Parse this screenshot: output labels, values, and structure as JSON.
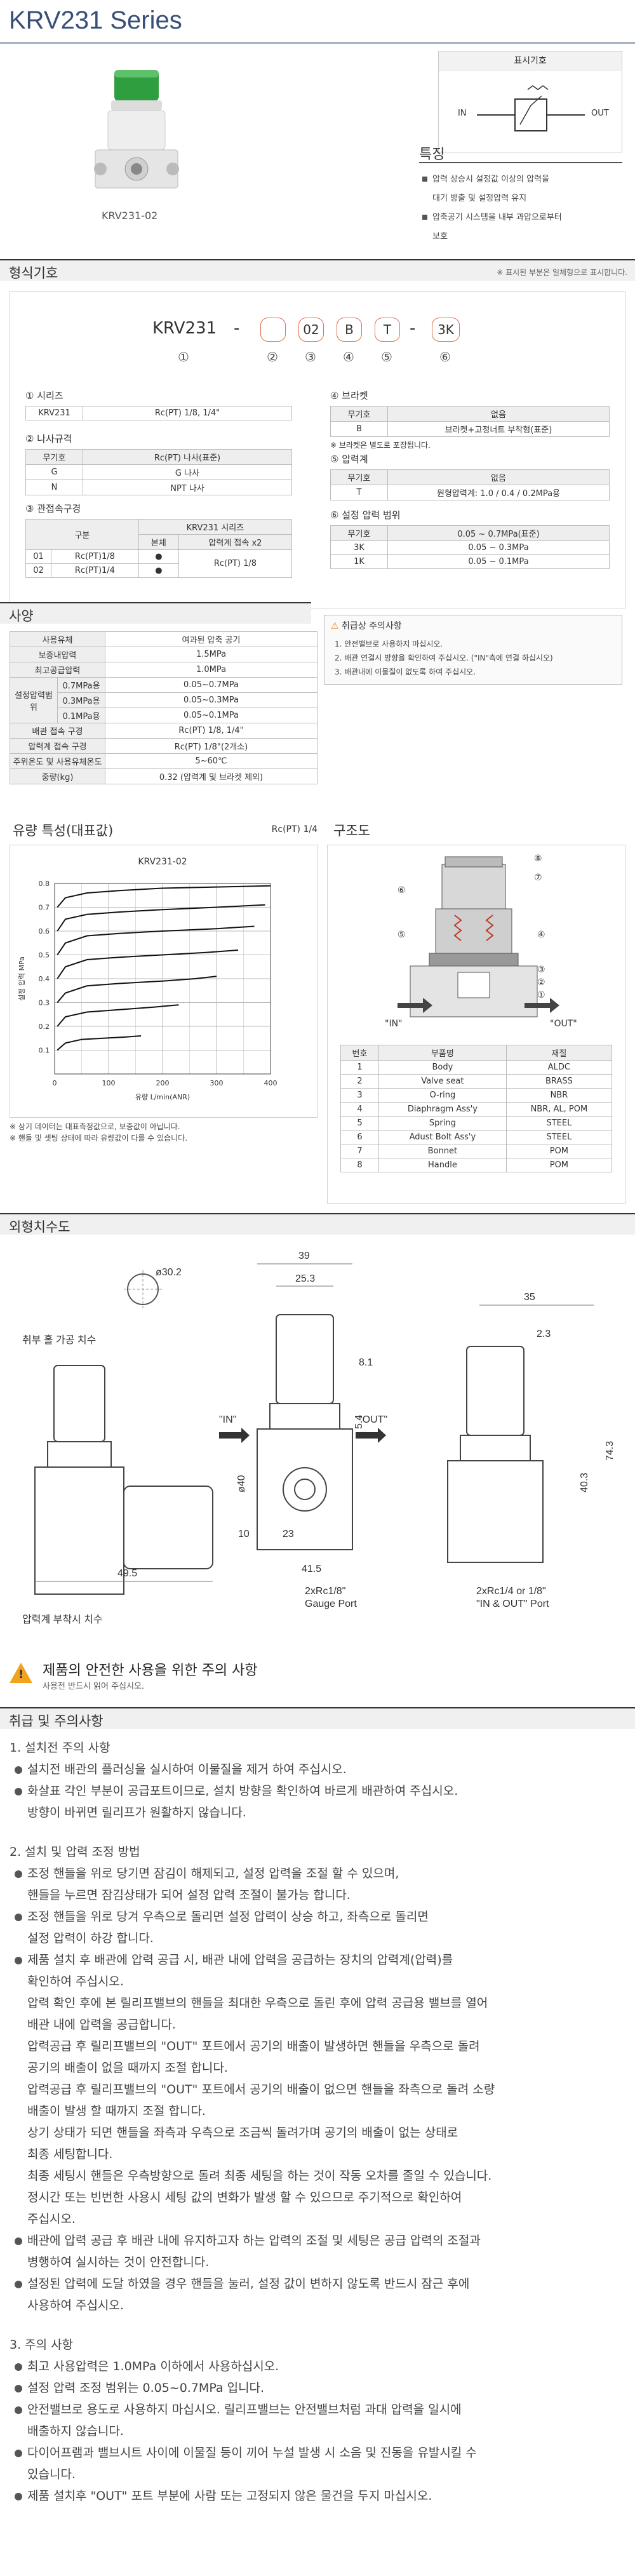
{
  "header": {
    "title": "KRV231 Series"
  },
  "product": {
    "caption": "KRV231-02"
  },
  "symbol": {
    "label": "표시기호",
    "in": "IN",
    "out": "OUT"
  },
  "features": {
    "title": "특징",
    "items": [
      "압력 상승시 설정값 이상의 압력을",
      "대기 방출 및 설정압력 유지",
      "압축공기 시스템을 내부 과압으로부터",
      "보호"
    ]
  },
  "model_code": {
    "section_title": "형식기호",
    "note": "※ 표시된 부분은 일체형으로 표시합니다.",
    "series": "KRV231",
    "dash": "-",
    "cells": [
      "",
      "02",
      "B",
      "T",
      "",
      "3K"
    ],
    "numbers": [
      "①",
      "②",
      "③",
      "④",
      "⑤",
      "⑥"
    ],
    "series_block": {
      "title": "① 시리즈",
      "code": "KRV231",
      "desc": "Rc(PT) 1/8, 1/4\""
    },
    "thread_block": {
      "title": "② 나사규격",
      "head": [
        "무기호",
        "Rc(PT) 나사(표준)"
      ],
      "rows": [
        [
          "G",
          "G 나사"
        ],
        [
          "N",
          "NPT 나사"
        ]
      ]
    },
    "port_block": {
      "title": "③ 관접속구경",
      "head": [
        "구분",
        "KRV231 시리즈"
      ],
      "sub": [
        "본체",
        "압력계 접속 x2"
      ],
      "rows": [
        [
          "01",
          "Rc(PT)1/8",
          "●",
          "Rc(PT) 1/8"
        ],
        [
          "02",
          "Rc(PT)1/4",
          "●",
          ""
        ]
      ]
    },
    "bracket_block": {
      "title": "④ 브라켓",
      "head": [
        "무기호",
        "없음"
      ],
      "rows": [
        [
          "B",
          "브라켓+고정너트 부착형(표준)"
        ]
      ],
      "note": "※ 브라켓은 별도로 포장됩니다."
    },
    "gauge_block": {
      "title": "⑤ 압력계",
      "head": [
        "무기호",
        "없음"
      ],
      "rows": [
        [
          "T",
          "원형압력계: 1.0 / 0.4 / 0.2MPa용"
        ]
      ]
    },
    "range_block": {
      "title": "⑥ 설정 압력 범위",
      "head": [
        "무기호",
        "0.05 ~ 0.7MPa(표준)"
      ],
      "rows": [
        [
          "3K",
          "0.05 ~ 0.3MPa"
        ],
        [
          "1K",
          "0.05 ~ 0.1MPa"
        ]
      ]
    }
  },
  "spec": {
    "section_title": "사양",
    "rows": [
      [
        "사용유체",
        "여과된 압축 공기"
      ],
      [
        "보증내압력",
        "1.5MPa"
      ],
      [
        "최고공급압력",
        "1.0MPa"
      ]
    ],
    "range_label": "설정압력범위",
    "range_rows": [
      [
        "0.7MPa용",
        "0.05~0.7MPa"
      ],
      [
        "0.3MPa용",
        "0.05~0.3MPa"
      ],
      [
        "0.1MPa용",
        "0.05~0.1MPa"
      ]
    ],
    "rows2": [
      [
        "배관 접속 구경",
        "Rc(PT) 1/8, 1/4\""
      ],
      [
        "압력계 접속 구경",
        "Rc(PT) 1/8\"(2개소)"
      ],
      [
        "주위온도 및 사용유체온도",
        "5~60℃"
      ],
      [
        "중량(kg)",
        "0.32 (압력계 및 브라켓 제외)"
      ]
    ]
  },
  "caution_box": {
    "title": "취급상 주의사항",
    "items": [
      "1. 안전밸브로 사용하지 마십시오.",
      "2. 배관 연결시 방향을 확인하여 주십시오. (\"IN\"측에 연결 하십시오)",
      "3. 배관내에 이물질이 없도록 하여 주십시오."
    ]
  },
  "flow": {
    "section_title": "유량 특성(대표값)",
    "port": "Rc(PT) 1/4",
    "chart_title": "KRV231-02",
    "notes": [
      "※ 상기 데이터는 대표측정값으로, 보증값이 아닙니다.",
      "※ 핸들 및 셋팅 상태에 따라 유량값이 다를 수 있습니다."
    ]
  },
  "chart_data": {
    "type": "line",
    "title": "KRV231-02",
    "xlabel": "유량 L/min(ANR)",
    "ylabel": "설정 압력 MPa",
    "xlim": [
      0,
      400
    ],
    "ylim": [
      0,
      0.8
    ],
    "xticks": [
      0,
      100,
      200,
      300,
      400
    ],
    "yticks": [
      0.1,
      0.2,
      0.3,
      0.4,
      0.5,
      0.6,
      0.7,
      0.8
    ],
    "grid": true,
    "series": [
      {
        "x": [
          5,
          20,
          60,
          120,
          200,
          300,
          400
        ],
        "y": [
          0.7,
          0.74,
          0.76,
          0.77,
          0.78,
          0.785,
          0.79
        ]
      },
      {
        "x": [
          5,
          20,
          60,
          120,
          200,
          300,
          390
        ],
        "y": [
          0.6,
          0.65,
          0.67,
          0.68,
          0.69,
          0.7,
          0.71
        ]
      },
      {
        "x": [
          5,
          20,
          60,
          120,
          200,
          300,
          370
        ],
        "y": [
          0.5,
          0.55,
          0.58,
          0.59,
          0.6,
          0.61,
          0.62
        ]
      },
      {
        "x": [
          5,
          20,
          60,
          120,
          200,
          280,
          340
        ],
        "y": [
          0.4,
          0.45,
          0.48,
          0.49,
          0.5,
          0.51,
          0.52
        ]
      },
      {
        "x": [
          5,
          20,
          60,
          120,
          200,
          260,
          300
        ],
        "y": [
          0.3,
          0.34,
          0.37,
          0.38,
          0.39,
          0.4,
          0.41
        ]
      },
      {
        "x": [
          5,
          20,
          60,
          120,
          180,
          230
        ],
        "y": [
          0.2,
          0.24,
          0.26,
          0.27,
          0.28,
          0.29
        ]
      },
      {
        "x": [
          5,
          20,
          50,
          90,
          130,
          160
        ],
        "y": [
          0.1,
          0.13,
          0.145,
          0.15,
          0.155,
          0.16
        ]
      }
    ]
  },
  "structure": {
    "section_title": "구조도",
    "in": "\"IN\"",
    "out": "\"OUT\"",
    "head": [
      "번호",
      "부품명",
      "재질"
    ],
    "rows": [
      [
        "1",
        "Body",
        "ALDC"
      ],
      [
        "2",
        "Valve seat",
        "BRASS"
      ],
      [
        "3",
        "O-ring",
        "NBR"
      ],
      [
        "4",
        "Diaphragm Ass'y",
        "NBR, AL, POM"
      ],
      [
        "5",
        "Spring",
        "STEEL"
      ],
      [
        "6",
        "Adust Bolt Ass'y",
        "STEEL"
      ],
      [
        "7",
        "Bonnet",
        "POM"
      ],
      [
        "8",
        "Handle",
        "POM"
      ]
    ],
    "callouts": [
      "①",
      "②",
      "③",
      "④",
      "⑤",
      "⑥",
      "⑦",
      "⑧"
    ]
  },
  "dims": {
    "section_title": "외형치수도",
    "panel_cut": "취부 홀 가공 치수",
    "gauge_note": "압력계 부착시 치수",
    "d1": "ø30.2",
    "d2": "39",
    "d3": "25.3",
    "d4": "8.1",
    "d5": "5.4",
    "d6": "ø40",
    "d7": "10",
    "d8": "23",
    "d9": "41.5",
    "d10": "49.5",
    "d11": "35",
    "d12": "2.3",
    "d13": "40.3",
    "d14": "74.3",
    "in": "\"IN\"",
    "out": "\"OUT\"",
    "gauge_port": "2xRc1/8\"\nGauge Port",
    "in_out_port": "2xRc1/4 or 1/8\"\n\"IN & OUT\" Port"
  },
  "safety": {
    "title": "제품의 안전한 사용을 위한 주의 사항",
    "subtitle": "사용전 반드시 읽어 주십시오."
  },
  "handling": {
    "section_title": "취급 및 주의사항",
    "s1_title": "1. 설치전 주의 사항",
    "s1": [
      "설치전 배관의 플러싱을 실시하여 이물질을 제거 하여 주십시오.",
      "화살표 각인 부분이 공급포트이므로, 설치 방향을 확인하여 바르게 배관하여 주십시오.|방향이 바뀌면 릴리프가 원활하지 않습니다."
    ],
    "s2_title": "2. 설치 및 압력 조정 방법",
    "s2": [
      "조정 핸들을 위로 당기면 잠김이 해제되고, 설정 압력을 조절 할 수 있으며,|핸들을 누르면 잠김상태가 되어 설정 압력 조절이 불가능 합니다.",
      "조정 핸들을 위로 당겨 우측으로 돌리면 설정 압력이 상승 하고, 좌측으로 돌리면|설정 압력이 하강 합니다.",
      "제품 설치 후 배관에 압력 공급 시, 배관 내에 압력을 공급하는 장치의 압력계(압력)를|확인하여 주십시오.|압력 확인 후에 본 릴리프밸브의 핸들을 최대한 우측으로 돌린 후에 압력 공급용 밸브를 열어|배관 내에 압력을 공급합니다.|압력공급 후 릴리프밸브의 \"OUT\" 포트에서 공기의 배출이 발생하면 핸들을 우측으로 돌려|공기의 배출이 없을 때까지 조절 합니다.|압력공급 후 릴리프밸브의 \"OUT\" 포트에서 공기의 배출이 없으면 핸들을 좌측으로 돌려 소량|배출이 발생 할 때까지 조절 합니다.|상기 상태가 되면 핸들을 좌측과 우측으로 조금씩 돌려가며 공기의 배출이 없는 상태로|최종 세팅합니다.|최종 세팅시 핸들은 우측방향으로 돌려 최종 세팅을 하는 것이 작동 오차를 줄일 수 있습니다.|정시간 또는 빈번한 사용시 세팅 값의 변화가 발생 할 수 있으므로 주기적으로 확인하여|주십시오.",
      "배관에 압력 공급 후 배관 내에 유지하고자 하는 압력의 조절 및 세팅은 공급 압력의 조절과|병행하여 실시하는 것이 안전합니다.",
      "설정된 압력에 도달 하였을 경우 핸들을 눌러, 설정 값이 변하지 않도록 반드시 잠근 후에|사용하여 주십시오."
    ],
    "s3_title": "3. 주의 사항",
    "s3": [
      "최고 사용압력은 1.0MPa 이하에서 사용하십시오.",
      "설정 압력 조정 범위는 0.05~0.7MPa 입니다.",
      "안전밸브로 용도로 사용하지 마십시오. 릴리프밸브는 안전밸브처럼 과대 압력을 일시에|배출하지 않습니다.",
      "다이어프램과 밸브시트 사이에 이물질 등이 끼어 누설 발생 시 소음 및 진동을 유발시킬 수|있습니다.",
      "제품 설치후 \"OUT\" 포트 부분에 사람 또는 고정되지 않은 물건을 두지 마십시오."
    ]
  }
}
